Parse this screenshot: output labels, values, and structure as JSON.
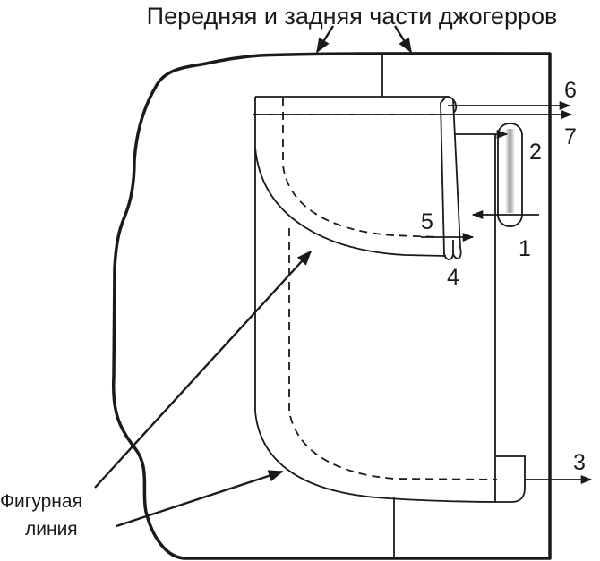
{
  "title": "Передняя и задняя части джогерров",
  "markers": [
    "1",
    "2",
    "3",
    "4",
    "5",
    "6",
    "7"
  ],
  "figure_line_label": [
    "Фигурная",
    "линия"
  ],
  "colors": {
    "ink": "#1a1a1a",
    "zip_fill": "#b8b8b8",
    "background": "#ffffff"
  }
}
